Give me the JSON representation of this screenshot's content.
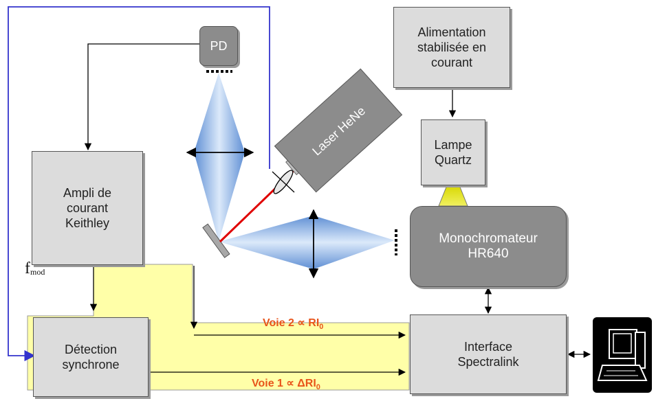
{
  "blocks": {
    "pd": "PD",
    "alimentation": "Alimentation\nstabilisée en\ncourant",
    "lampe": "Lampe\nQuartz",
    "ampli": "Ampli de\ncourant\nKeithley",
    "laser": "Laser HeNe",
    "monochromateur": "Monochromateur\nHR640",
    "detection": "Détection\nsynchrone",
    "interface": "Interface\nSpectralink"
  },
  "labels": {
    "fmod_main": "f",
    "fmod_sub": "mod",
    "voie2_main": "Voie 2 ∝ RI",
    "voie2_sub": "0",
    "voie1_main": "Voie 1 ∝ ΔRI",
    "voie1_sub": "0"
  },
  "icons": {
    "computer": "computer-icon"
  },
  "colors": {
    "signal_band": "#ffffa8",
    "beam": "#8fb6e8",
    "laser_beam": "#e00000",
    "feedback_line": "#3333cc",
    "voie_label": "#e8541a"
  }
}
